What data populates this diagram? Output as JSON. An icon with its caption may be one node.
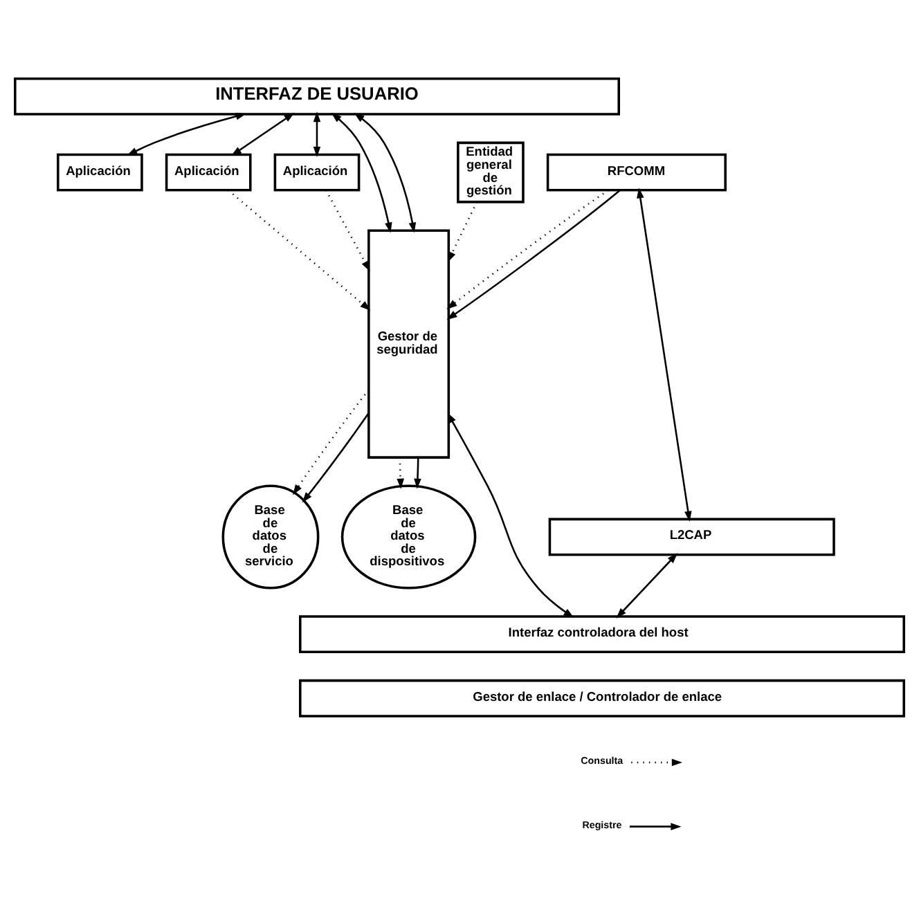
{
  "diagram": {
    "nodes": [
      {
        "text": [
          "INTERFAZ DE USUARIO"
        ]
      },
      {
        "text": [
          "Aplicación"
        ]
      },
      {
        "text": [
          "Aplicación"
        ]
      },
      {
        "text": [
          "Aplicación"
        ]
      },
      {
        "text": [
          "Gestor de seguridad"
        ]
      },
      {
        "text": [
          "Entidad general de gestión"
        ]
      },
      {
        "text": [
          "RFCOMM"
        ]
      },
      {
        "text": [
          "L2CAP"
        ]
      },
      {
        "text": [
          "Base de datos de servicio"
        ]
      },
      {
        "text": [
          "Base de datos de dispositivos"
        ]
      },
      {
        "text": [
          "Interfaz controladora del host"
        ]
      },
      {
        "text": [
          "Gestor de enlace / Controlador de enlace"
        ]
      }
    ],
    "edges": [
      {
        "from": 0,
        "to": 1,
        "arrow": "both"
      },
      {
        "from": 0,
        "to": 2,
        "arrow": "both"
      },
      {
        "from": 0,
        "to": 3,
        "arrow": "both"
      },
      {
        "from": 0,
        "to": 4,
        "arrow": "both"
      },
      {
        "from": 0,
        "to": 4,
        "arrow": "both"
      },
      {
        "from": 3,
        "to": 4,
        "arrow": "to",
        "style": "dashed"
      },
      {
        "from": 2,
        "to": 4,
        "arrow": "to",
        "style": "dashed"
      },
      {
        "from": 5,
        "to": 4,
        "arrow": "to",
        "style": "dashed"
      },
      {
        "from": 6,
        "to": 4,
        "arrow": "to",
        "style": "dashed"
      },
      {
        "from": 6,
        "to": 4,
        "arrow": "to"
      },
      {
        "from": 6,
        "to": 7,
        "arrow": "both"
      },
      {
        "from": 4,
        "to": 8,
        "arrow": "to",
        "style": "dashed"
      },
      {
        "from": 4,
        "to": 8,
        "arrow": "to"
      },
      {
        "from": 4,
        "to": 9,
        "arrow": "to",
        "style": "dashed"
      },
      {
        "from": 4,
        "to": 9,
        "arrow": "to"
      },
      {
        "from": 7,
        "to": 10,
        "arrow": "both"
      },
      {
        "from": 4,
        "to": 10,
        "arrow": "both"
      }
    ],
    "legend": [
      {
        "text": "Consulta"
      },
      {
        "text": "Registre"
      }
    ]
  }
}
